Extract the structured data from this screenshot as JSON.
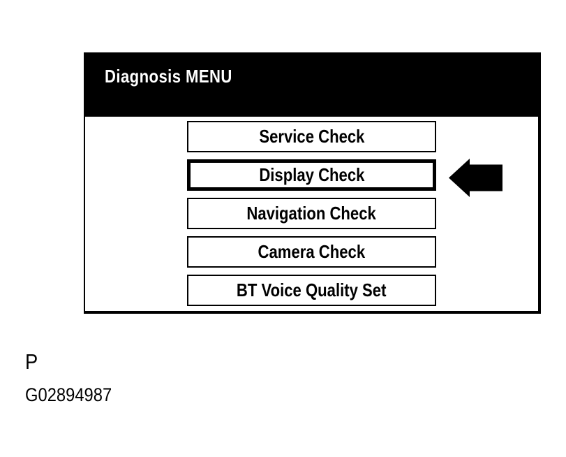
{
  "screen": {
    "title": "Diagnosis MENU",
    "menu_items": [
      {
        "label": "Service Check",
        "selected": false
      },
      {
        "label": "Display Check",
        "selected": true
      },
      {
        "label": "Navigation Check",
        "selected": false
      },
      {
        "label": "Camera Check",
        "selected": false
      },
      {
        "label": "BT Voice Quality Set",
        "selected": false
      }
    ],
    "selected_item": "Display Check",
    "pointer_icon": "arrow-left-icon"
  },
  "annotations": {
    "figure_label": "P",
    "figure_code": "G02894987"
  },
  "colors": {
    "background": "#ffffff",
    "header_bg": "#000000",
    "header_text": "#ffffff",
    "border": "#000000",
    "arrow": "#000000"
  }
}
